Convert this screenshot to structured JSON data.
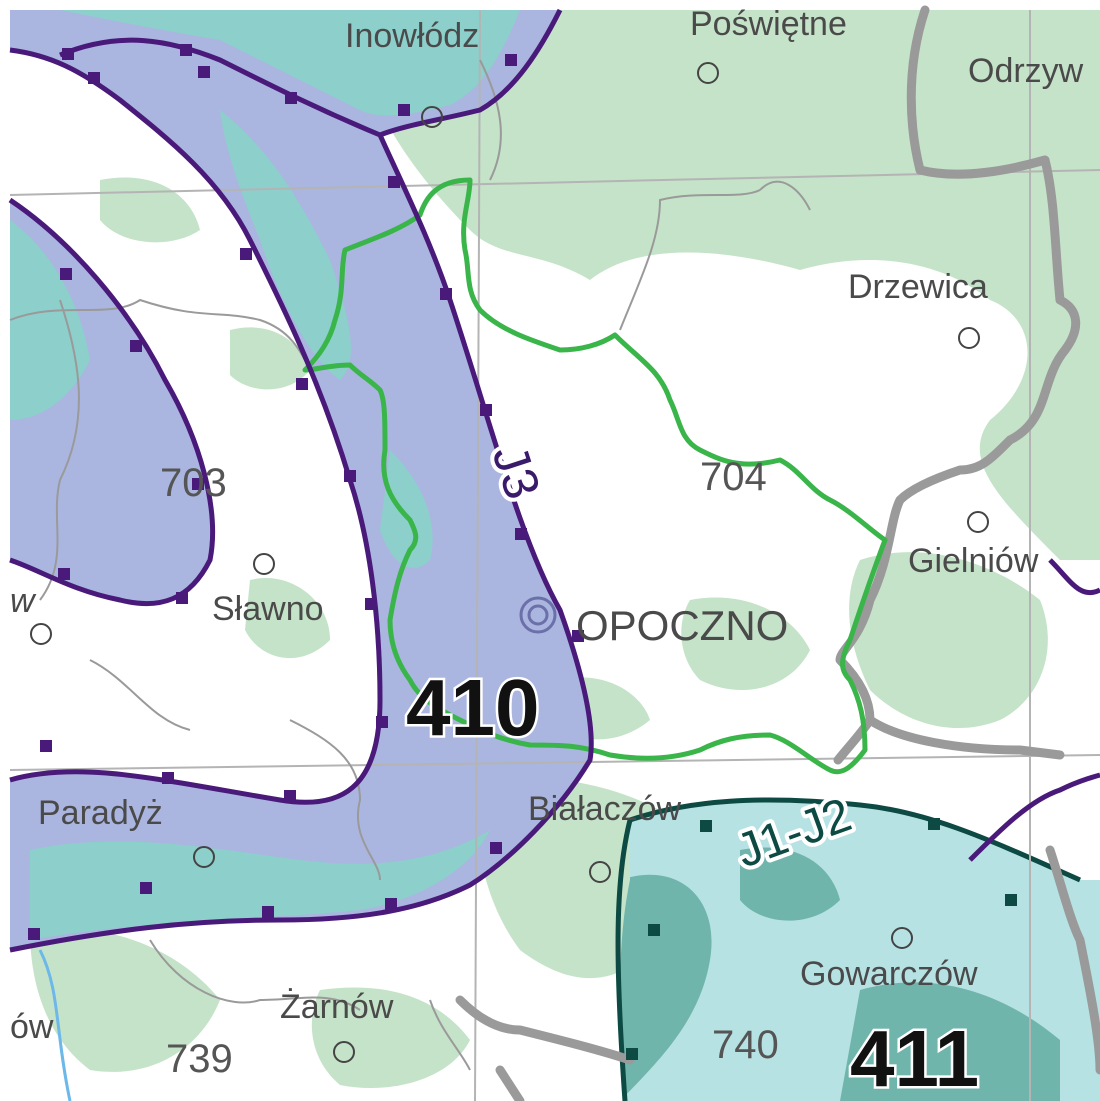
{
  "colors": {
    "background": "#ffffff",
    "forest": "#c5e3c8",
    "zone_410_fill": "#aab6e0",
    "zone_410_teal": "#8ccfcb",
    "zone_411_fill": "#b7e2e4",
    "zone_411_dark": "#6fb5ac",
    "zone_boundary": "#4a1a7a",
    "zone_boundary_dark": "#0c4a43",
    "study_area": "#3ab54a",
    "admin_boundary": "#9a9a9a",
    "grid": "#b4b4b4",
    "river": "#6cb8e8"
  },
  "icons": {
    "town": "town-circle-icon",
    "major_town": "double-circle-icon"
  },
  "places": [
    {
      "id": "inowlodz",
      "name": "Inowłódz"
    },
    {
      "id": "poswietne",
      "name": "Poświętne"
    },
    {
      "id": "odrzywol",
      "name": "Odrzyw"
    },
    {
      "id": "drzewica",
      "name": "Drzewica"
    },
    {
      "id": "gielniow",
      "name": "Gielniów"
    },
    {
      "id": "slawno",
      "name": "Sławno"
    },
    {
      "id": "opoczno",
      "name": "OPOCZNO"
    },
    {
      "id": "paradyz",
      "name": "Paradyż"
    },
    {
      "id": "bialaczow",
      "name": "Białaczów"
    },
    {
      "id": "gowarczow",
      "name": "Gowarczów"
    },
    {
      "id": "zarnow",
      "name": "Żarnów"
    },
    {
      "id": "left_w",
      "name": "w"
    },
    {
      "id": "left_ow",
      "name": "ów"
    }
  ],
  "sheet_numbers": [
    "703",
    "704",
    "739",
    "740"
  ],
  "zones": [
    {
      "id": "zone_410",
      "label": "410"
    },
    {
      "id": "zone_411",
      "label": "411"
    }
  ],
  "route_labels": [
    {
      "id": "j3",
      "label": "J3"
    },
    {
      "id": "j1_j2",
      "label": "J1-J2"
    }
  ]
}
